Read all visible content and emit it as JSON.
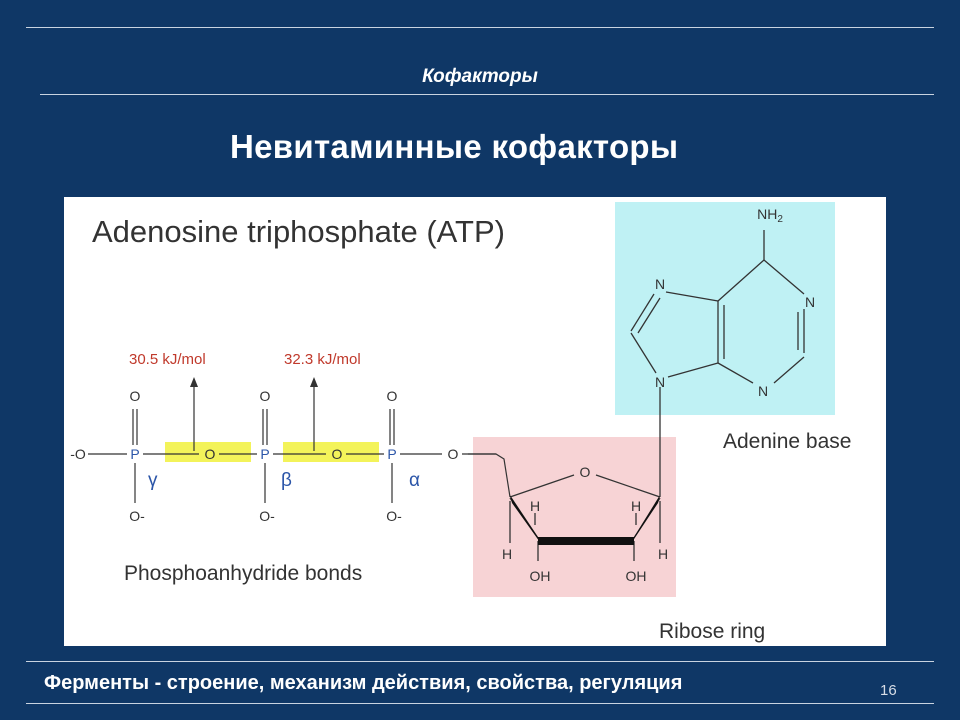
{
  "header": {
    "section_title": "Кофакторы",
    "slide_title": "Невитаминные кофакторы"
  },
  "figure": {
    "title": "Adenosine triphosphate (ATP)",
    "energy_labels": [
      "30.5 kJ/mol",
      "32.3 kJ/mol"
    ],
    "greek": {
      "gamma": "γ",
      "beta": "β",
      "alpha": "α"
    },
    "atoms": {
      "terminal_o": "-O",
      "p": "P",
      "o": "O",
      "o_minus": "O-",
      "ring_o": "O",
      "h": "H",
      "oh": "OH",
      "n": "N",
      "nh2": "NH",
      "nh2_sub": "2"
    },
    "labels": {
      "phosphoanhydride": "Phosphoanhydride bonds",
      "adenine": "Adenine base",
      "ribose": "Ribose ring"
    },
    "colors": {
      "energy": "#c0392b",
      "phosphorus": "#2b55a8",
      "bond_highlight": "#f3f35a",
      "adenine_box": "#bff1f4",
      "ribose_box": "#f7d3d5",
      "ink": "#333333"
    }
  },
  "footer": {
    "text": "Ферменты - строение, механизм действия, свойства, регуляция",
    "page_number": "16"
  }
}
